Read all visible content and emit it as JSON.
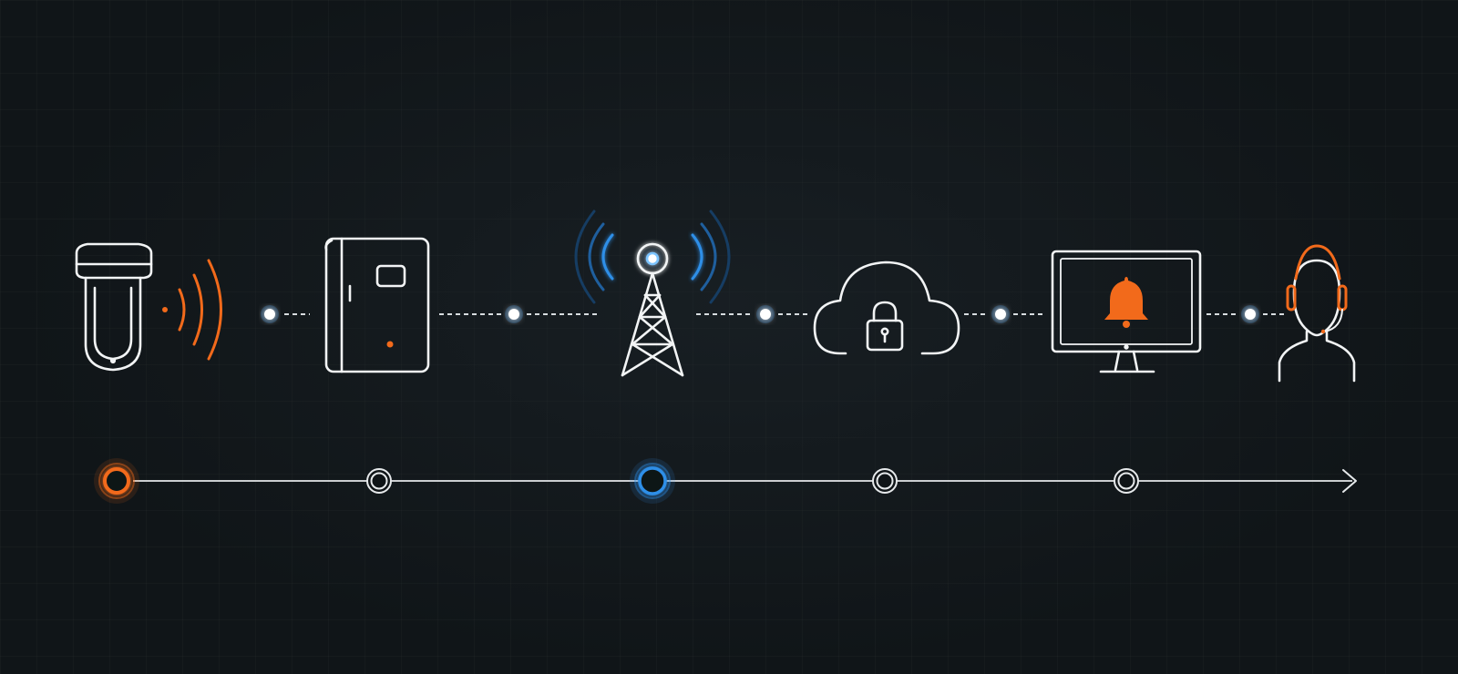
{
  "colors": {
    "background": "#101518",
    "stroke": "#f2f4f5",
    "accent_orange": "#f26a1b",
    "accent_blue": "#2f8fe8",
    "node_glow": "#7cc4ff"
  },
  "flow": {
    "stages": [
      {
        "id": "sensor",
        "icon": "motion-sensor-icon",
        "accent": "orange-signal-waves"
      },
      {
        "id": "panel",
        "icon": "alarm-control-panel-icon"
      },
      {
        "id": "tower",
        "icon": "cell-tower-icon",
        "accent": "blue-radio-waves"
      },
      {
        "id": "cloud",
        "icon": "secure-cloud-lock-icon"
      },
      {
        "id": "monitor",
        "icon": "monitor-alert-bell-icon",
        "accent": "orange-bell"
      },
      {
        "id": "operator",
        "icon": "monitoring-operator-headset-icon",
        "accent": "orange-headset"
      }
    ],
    "connectors": 5,
    "timeline_markers": [
      {
        "stage": "sensor",
        "state": "active-orange"
      },
      {
        "stage": "panel",
        "state": "idle"
      },
      {
        "stage": "tower",
        "state": "active-blue"
      },
      {
        "stage": "cloud",
        "state": "idle"
      },
      {
        "stage": "monitor",
        "state": "idle"
      }
    ],
    "timeline_direction": "left-to-right-arrow"
  }
}
